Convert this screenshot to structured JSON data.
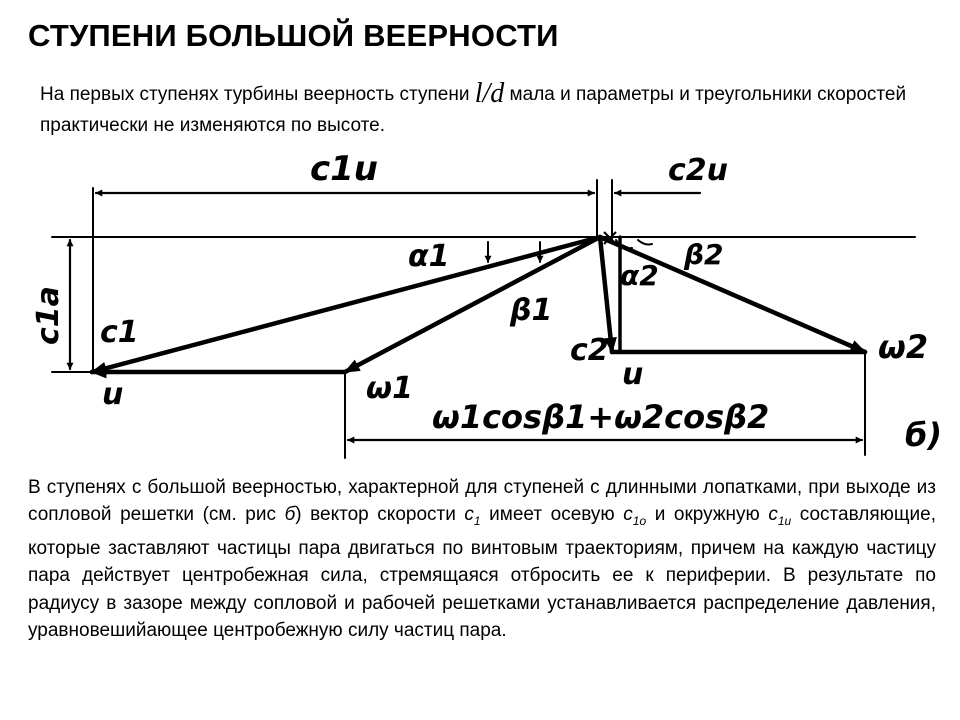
{
  "page": {
    "title": "СТУПЕНИ БОЛЬШОЙ ВЕЕРНОСТИ"
  },
  "intro": {
    "before": "На первых ступенях турбины веерность ступени ",
    "ratio": "l/d",
    "after": " мала и параметры и треугольники скоростей практически не изменяются по высоте."
  },
  "diagram": {
    "labels": {
      "c1u": "c1u",
      "c2u": "c2u",
      "c1a": "c1a",
      "c1": "c1",
      "u_left": "u",
      "alpha1": "α1",
      "beta1": "β1",
      "w1": "ω1",
      "alpha2": "α2",
      "beta2": "β2",
      "c2": "c2",
      "u_right": "u",
      "w2": "ω2",
      "formula": "ω1cosβ1+ω2cosβ2",
      "panel": "б)"
    }
  },
  "body": {
    "p1": "В ступенях с большой веерностью, характерной для ступеней с длинными лопатками, при выходе из сопловой решетки (см. рис ",
    "fig": "б",
    "p2": ") вектор скорости ",
    "c1_sym": "с",
    "c1_sub": "1",
    "p3": " имеет осевую ",
    "c1o_sym": "с",
    "c1o_sub": "1о",
    "p4": " и окружную ",
    "c1u_sym": "с",
    "c1u_sub": "1u",
    "p5": " составляющие, которые заставляют частицы пара двигаться по винтовым траекториям, причем на каждую частицу пара действует центробежная сила, стремящаяся отбросить ее к периферии. В результате по радиусу в зазоре между сопловой и рабочей решетками устанавливается распределение давления, уравновешийающее центробежную силу частиц пара."
  }
}
